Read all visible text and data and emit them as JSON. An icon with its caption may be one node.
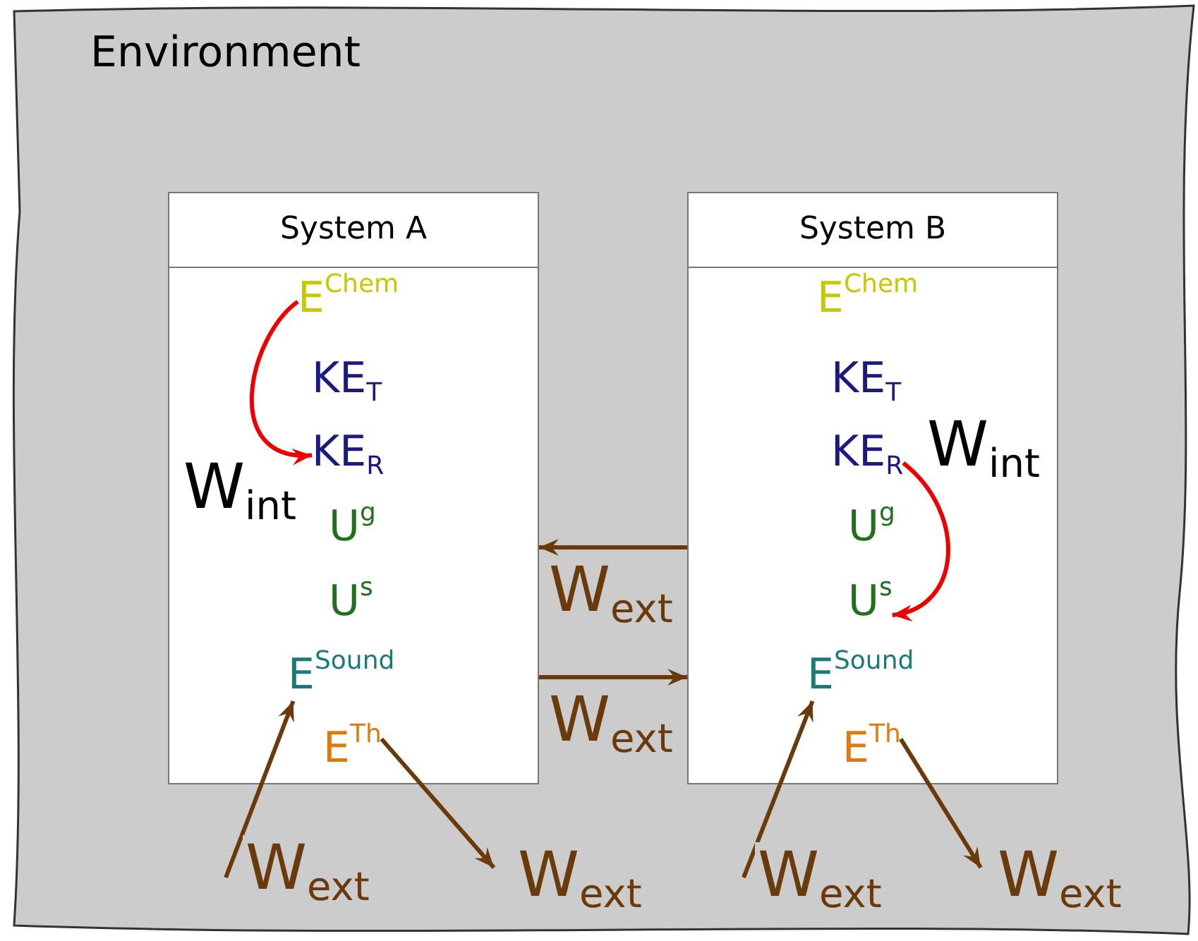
{
  "diagram": {
    "nodes": [
      {
        "text": [
          "Environment"
        ]
      },
      {
        "text": [
          "System A"
        ],
        "in": 0
      },
      {
        "text": [
          "E$^{Chem}$"
        ],
        "in": 1
      },
      {
        "text": [
          "KE$_{T}$"
        ],
        "in": 1
      },
      {
        "text": [
          "KE$_{R}$"
        ],
        "in": 1
      },
      {
        "text": [
          "U$^{g}$"
        ],
        "in": 1
      },
      {
        "text": [
          "U$^{s}$"
        ],
        "in": 1
      },
      {
        "text": [
          "E$^{Sound}$"
        ],
        "in": 1
      },
      {
        "text": [
          "E$^{Th}$"
        ],
        "in": 1
      },
      {
        "text": [
          "System B"
        ],
        "in": 0
      },
      {
        "text": [
          "E$^{Chem}$"
        ],
        "in": 9
      },
      {
        "text": [
          "KE$_{T}$"
        ],
        "in": 9
      },
      {
        "text": [
          "KE$_{R}$"
        ],
        "in": 9
      },
      {
        "text": [
          "U$^{g}$"
        ],
        "in": 9
      },
      {
        "text": [
          "U$^{s}$"
        ],
        "in": 9
      },
      {
        "text": [
          "E$^{Sound}$"
        ],
        "in": 9
      },
      {
        "text": [
          "E$^{Th}$"
        ],
        "in": 9
      }
    ],
    "edges": [
      {
        "from": 2,
        "to": 4,
        "arrow": "to",
        "label": "W$_{int}$",
        "color": "#ee0000"
      },
      {
        "from": 12,
        "to": 14,
        "arrow": "to",
        "label": "W$_{int}$",
        "color": "#ee0000"
      },
      {
        "from": 9,
        "to": 1,
        "arrow": "to",
        "label": "W$_{ext}$"
      },
      {
        "from": 1,
        "to": 9,
        "arrow": "to",
        "label": "W$_{ext}$"
      },
      {
        "from": null,
        "to": 7,
        "arrow": "to",
        "label": "W$_{ext}$"
      },
      {
        "from": 8,
        "to": null,
        "arrow": "to",
        "label": "W$_{ext}$"
      },
      {
        "from": null,
        "to": 15,
        "arrow": "to",
        "label": "W$_{ext}$"
      },
      {
        "from": 16,
        "to": null,
        "arrow": "to",
        "label": "W$_{ext}$"
      }
    ]
  }
}
